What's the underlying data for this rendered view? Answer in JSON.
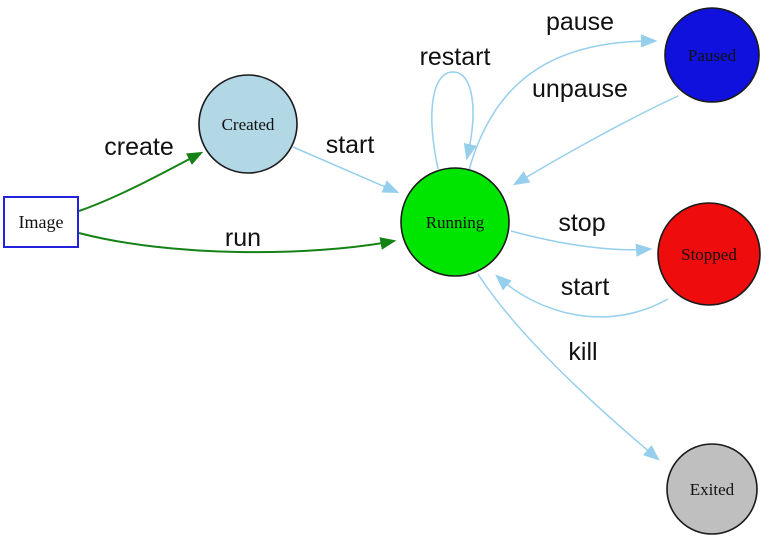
{
  "diagram": {
    "background": "#ffffff",
    "nodes": {
      "image": {
        "label": "Image",
        "fill": "#ffffff",
        "border": "#2222dd"
      },
      "created": {
        "label": "Created",
        "fill": "#b2d7e5"
      },
      "running": {
        "label": "Running",
        "fill": "#00e500"
      },
      "paused": {
        "label": "Paused",
        "fill": "#1111dd"
      },
      "stopped": {
        "label": "Stopped",
        "fill": "#ee0c0c"
      },
      "exited": {
        "label": "Exited",
        "fill": "#bfbfbf"
      }
    },
    "edges": {
      "create": {
        "label": "create",
        "from": "image",
        "to": "created"
      },
      "run": {
        "label": "run",
        "from": "image",
        "to": "running"
      },
      "start_created_to_running": {
        "label": "start",
        "from": "created",
        "to": "running"
      },
      "restart": {
        "label": "restart",
        "from": "running",
        "to": "running"
      },
      "pause": {
        "label": "pause",
        "from": "running",
        "to": "paused"
      },
      "unpause": {
        "label": "unpause",
        "from": "paused",
        "to": "running"
      },
      "stop": {
        "label": "stop",
        "from": "running",
        "to": "stopped"
      },
      "start_stopped_to_running": {
        "label": "start",
        "from": "stopped",
        "to": "running"
      },
      "kill": {
        "label": "kill",
        "from": "running",
        "to": "exited"
      }
    },
    "colors": {
      "edge_blue": "#96cfec",
      "edge_green": "#148214",
      "node_border": "#1a1a1a",
      "label_text": "#111111"
    }
  }
}
